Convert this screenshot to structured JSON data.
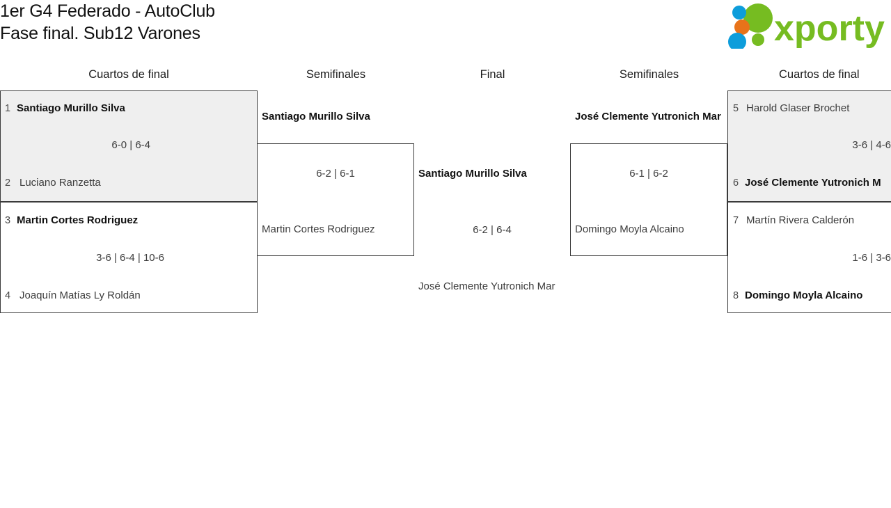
{
  "header": {
    "title": "1er G4 Federado - AutoClub\nFase final. Sub12 Varones",
    "logo_text": "xporty",
    "logo_colors": {
      "green": "#76bc21",
      "orange": "#e8731a",
      "blue": "#0d9ddb"
    }
  },
  "rounds": [
    {
      "label": "Cuartos de final"
    },
    {
      "label": "Semifinales"
    },
    {
      "label": "Final"
    },
    {
      "label": "Semifinales"
    },
    {
      "label": "Cuartos de final"
    }
  ],
  "bracket": {
    "left_quarterfinals": [
      {
        "top": {
          "seed": "1",
          "name": "Santiago Murillo Silva",
          "winner": true
        },
        "score": "6-0 | 6-4",
        "bottom": {
          "seed": "2",
          "name": "Luciano Ranzetta",
          "winner": false
        },
        "shaded": true
      },
      {
        "top": {
          "seed": "3",
          "name": "Martin Cortes Rodriguez",
          "winner": true
        },
        "score": "3-6 | 6-4 | 10-6",
        "bottom": {
          "seed": "4",
          "name": "Joaquín Matías Ly Roldán",
          "winner": false
        },
        "shaded": false
      }
    ],
    "left_semifinal": {
      "top": {
        "name": "Santiago Murillo Silva",
        "winner": true
      },
      "score": "6-2 | 6-1",
      "bottom": {
        "name": "Martin Cortes Rodriguez",
        "winner": false
      }
    },
    "final": {
      "top": {
        "name": "Santiago Murillo Silva",
        "winner": true
      },
      "score": "6-2 | 6-4",
      "bottom": {
        "name": "José Clemente Yutronich Mar",
        "winner": false
      }
    },
    "right_semifinal": {
      "top": {
        "name": "José Clemente Yutronich Mar",
        "winner": true
      },
      "score": "6-1 | 6-2",
      "bottom": {
        "name": "Domingo Moyla Alcaino",
        "winner": false
      }
    },
    "right_quarterfinals": [
      {
        "top": {
          "seed": "5",
          "name": "Harold Glaser Brochet",
          "winner": false
        },
        "score": "3-6 | 4-6",
        "bottom": {
          "seed": "6",
          "name": "José Clemente Yutronich M",
          "winner": true
        },
        "shaded": true
      },
      {
        "top": {
          "seed": "7",
          "name": "Martín Rivera Calderón",
          "winner": false
        },
        "score": "1-6 | 3-6",
        "bottom": {
          "seed": "8",
          "name": "Domingo Moyla Alcaino",
          "winner": true
        },
        "shaded": false
      }
    ]
  }
}
